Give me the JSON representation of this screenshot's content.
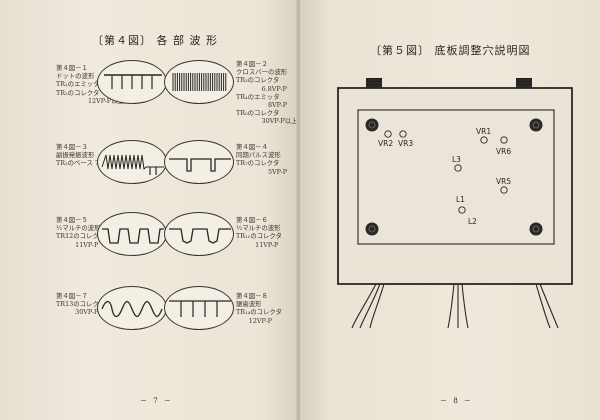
{
  "left_page": {
    "title": "〔第４図〕 各 部 波 形",
    "captions": [
      {
        "id": "c1",
        "text": "第４図－１\nドットの波形\nTR₁のエミッタ 0VP-P\nTR₂のコレクタ\n　　　　　12VP-P以上"
      },
      {
        "id": "c2",
        "text": "第４図－２\nクロスバーの波形\nTR₃のコレクタ\n　　　　6.8VP-P\nTR₄のエミッタ\n　　　　　8VP-P\nTR₅のコレクタ\n　　　　30VP-P以上"
      },
      {
        "id": "c3",
        "text": "第４図－３\n副振発振波形\nTR₁のベース 7VP-P"
      },
      {
        "id": "c4",
        "text": "第４図－４\n同期パルス波形\nTR₇のコレクタ\n　　　　　5VP-P"
      },
      {
        "id": "c5",
        "text": "第４図－５\n½マルチの波形\nTR12のコレクタ\n　　　11VP-P"
      },
      {
        "id": "c6",
        "text": "第４図－６\n½マルチの波形\nTR₁₁のコレクタ\n　　　11VP-P"
      },
      {
        "id": "c7",
        "text": "第４図－７\nTR13のコレクタ\n　　　30VP-P"
      },
      {
        "id": "c8",
        "text": "第４図－８\n鋸歯波形\nTR₁₄のコレクタ\n　　12VP-P"
      }
    ],
    "page_number": "－ 7 －"
  },
  "right_page": {
    "title": "〔第５図〕 底板調整穴説明図",
    "labels": {
      "vr1": "VR1",
      "vr2": "VR2",
      "vr3": "VR3",
      "vr5": "VR5",
      "vr6": "VR6",
      "l1": "L1",
      "l2": "L2",
      "l3": "L3"
    },
    "page_number": "－ 8 －"
  }
}
